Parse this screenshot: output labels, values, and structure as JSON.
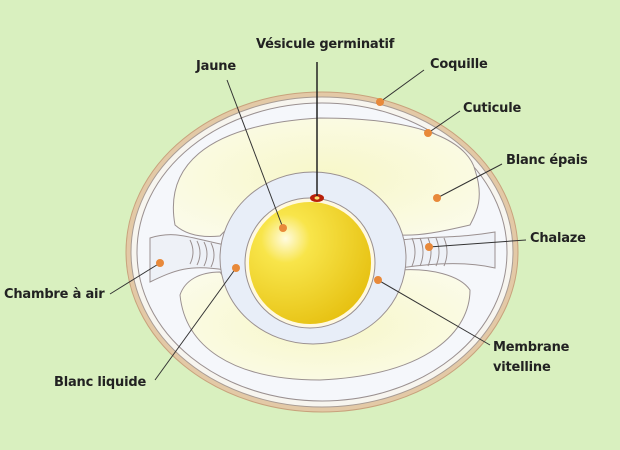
{
  "labels": {
    "vesicule": "Vésicule germinatif",
    "jaune": "Jaune",
    "coquille": "Coquille",
    "cuticule": "Cuticule",
    "blanc_epais": "Blanc épais",
    "chalaze": "Chalaze",
    "chambre_air": "Chambre à air",
    "blanc_liquide": "Blanc liquide",
    "membrane_line1": "Membrane",
    "membrane_line2": "vitelline"
  },
  "colors": {
    "background": "#d9f0bf",
    "marker": "#e8893a",
    "yolk": "#f2d21c",
    "shell": "#d8b48c"
  }
}
